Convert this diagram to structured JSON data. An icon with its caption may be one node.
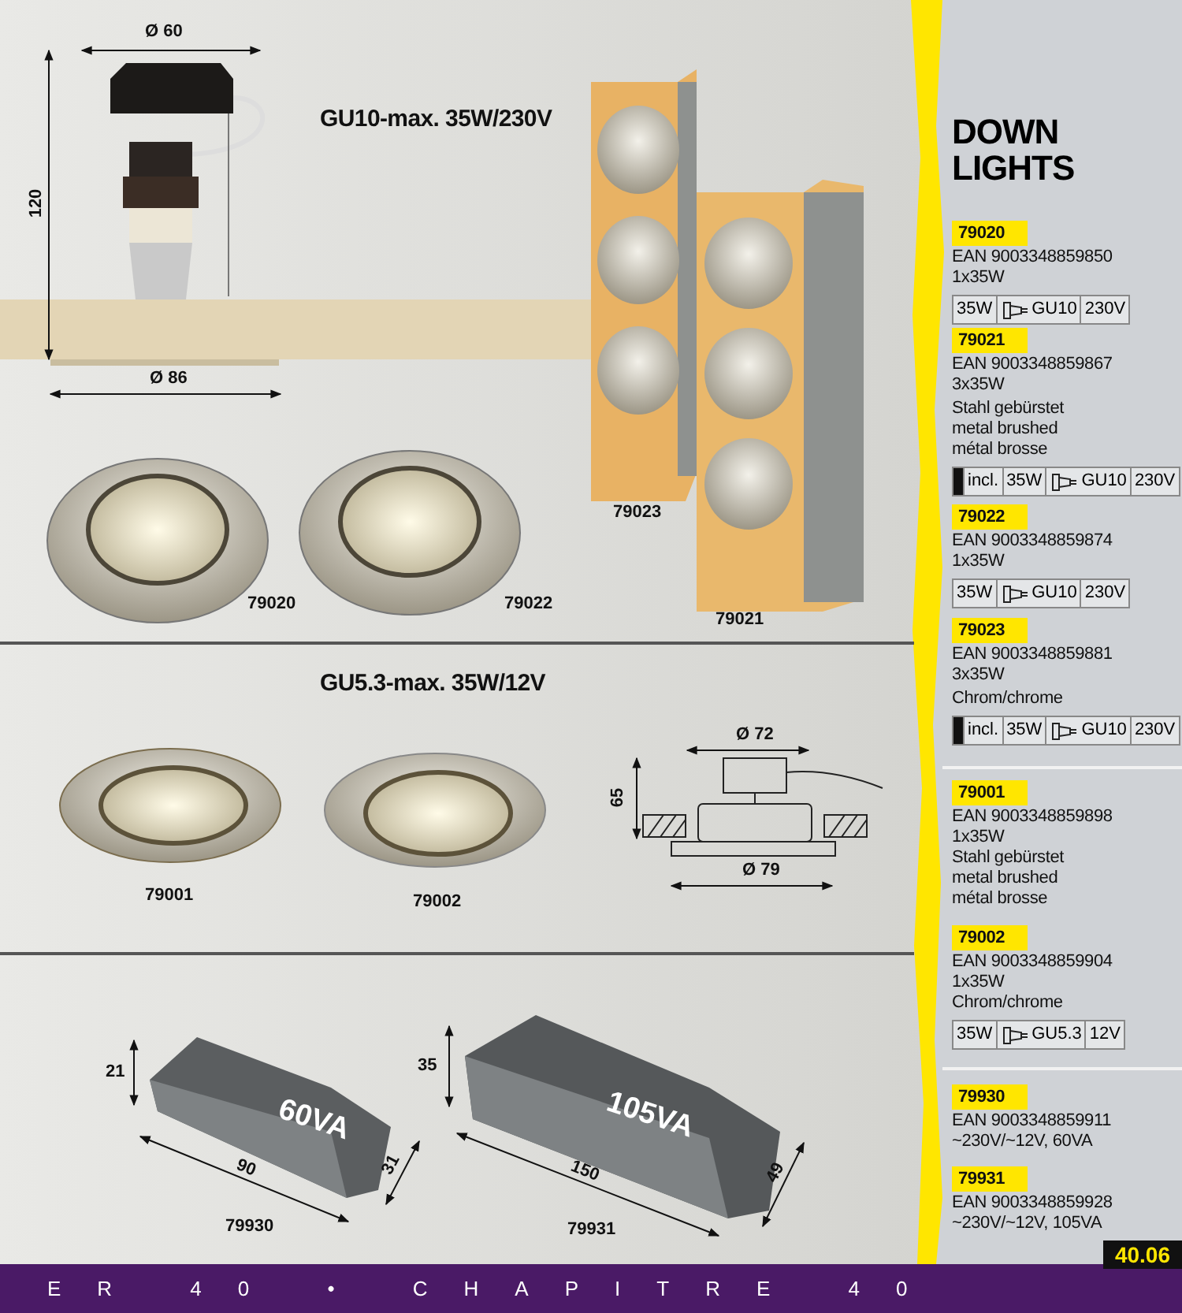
{
  "diagram": {
    "title": "DOWN LIGHTS",
    "labels": [
      "GU10-max. 35W/230V",
      "Ø 60",
      "120",
      "Ø 86",
      "79023",
      "79020",
      "79022",
      "79021",
      "GU5.3-max. 35W/12V",
      "Ø 72",
      "65",
      "Ø 79",
      "79001",
      "79002",
      "21",
      "35",
      "60VA",
      "105VA",
      "90",
      "31",
      "150",
      "49",
      "79930",
      "79931",
      "79020",
      "EAN 9003348859850",
      "1x35W",
      "35W",
      "GU10",
      "230V",
      "79021",
      "EAN 9003348859867",
      "3x35W",
      "Stahl gebürstet",
      "metal brushed",
      "métal brosse",
      "incl.",
      "35W",
      "GU10",
      "230V",
      "79022",
      "EAN 9003348859874",
      "1x35W",
      "35W",
      "GU10",
      "230V",
      "79023",
      "EAN 9003348859881",
      "3x35W",
      "Chrom/chrome",
      "incl.",
      "35W",
      "GU10",
      "230V",
      "79001",
      "EAN 9003348859898",
      "1x35W",
      "Stahl gebürstet",
      "metal brushed",
      "métal brosse",
      "79002",
      "EAN 9003348859904",
      "1x35W",
      "Chrom/chrome",
      "35W",
      "GU5.3",
      "12V",
      "79930",
      "EAN 9003348859911",
      "~230V/~12V, 60VA",
      "79931",
      "EAN 9003348859928",
      "~230V/~12V, 105VA",
      "ER 40 • CHAPITRE 40",
      "40.06"
    ]
  }
}
